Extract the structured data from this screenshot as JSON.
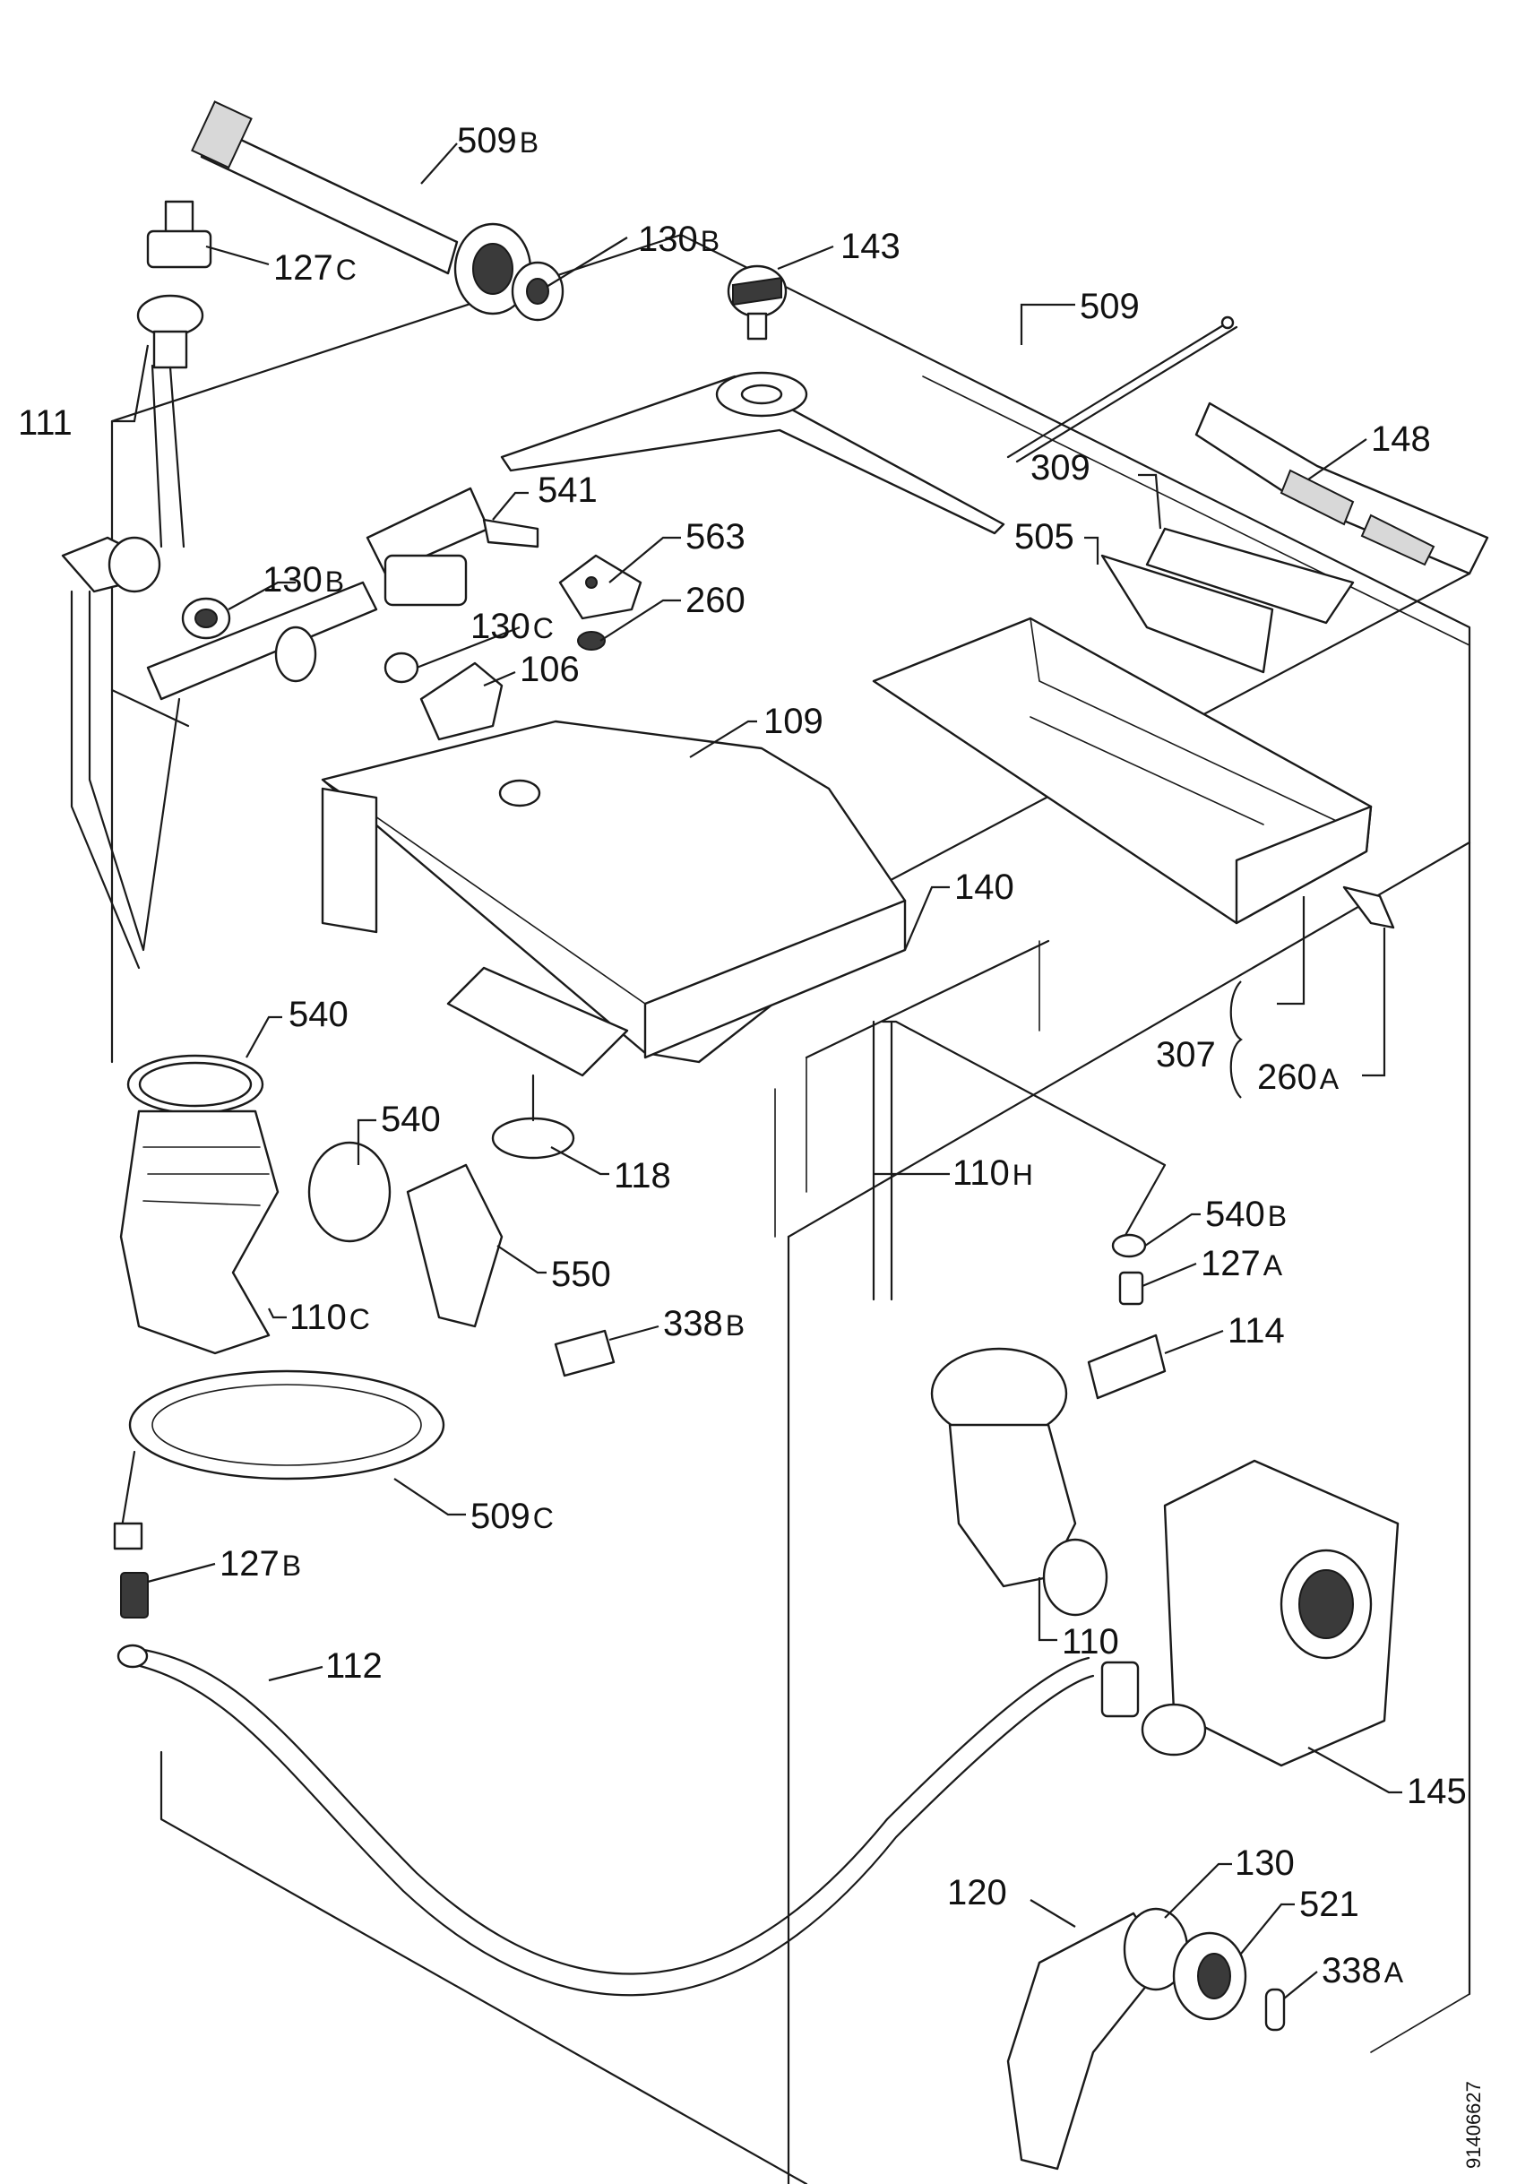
{
  "diagram": {
    "document_id": "91406627",
    "callouts": [
      {
        "id": "c509b",
        "num": "509",
        "suffix": "B"
      },
      {
        "id": "c127c",
        "num": "127",
        "suffix": "C"
      },
      {
        "id": "c130b_top",
        "num": "130",
        "suffix": "B"
      },
      {
        "id": "c143",
        "num": "143",
        "suffix": ""
      },
      {
        "id": "c509",
        "num": "509",
        "suffix": ""
      },
      {
        "id": "c111",
        "num": "111",
        "suffix": ""
      },
      {
        "id": "c148",
        "num": "148",
        "suffix": ""
      },
      {
        "id": "c309",
        "num": "309",
        "suffix": ""
      },
      {
        "id": "c541",
        "num": "541",
        "suffix": ""
      },
      {
        "id": "c563",
        "num": "563",
        "suffix": ""
      },
      {
        "id": "c505",
        "num": "505",
        "suffix": ""
      },
      {
        "id": "c130b_mid",
        "num": "130",
        "suffix": "B"
      },
      {
        "id": "c260",
        "num": "260",
        "suffix": ""
      },
      {
        "id": "c130c",
        "num": "130",
        "suffix": "C"
      },
      {
        "id": "c106",
        "num": "106",
        "suffix": ""
      },
      {
        "id": "c109",
        "num": "109",
        "suffix": ""
      },
      {
        "id": "c140",
        "num": "140",
        "suffix": ""
      },
      {
        "id": "c540_top",
        "num": "540",
        "suffix": ""
      },
      {
        "id": "c307",
        "num": "307",
        "suffix": ""
      },
      {
        "id": "c260a",
        "num": "260",
        "suffix": "A"
      },
      {
        "id": "c540_mid",
        "num": "540",
        "suffix": ""
      },
      {
        "id": "c118",
        "num": "118",
        "suffix": ""
      },
      {
        "id": "c110h",
        "num": "110",
        "suffix": "H"
      },
      {
        "id": "c540b",
        "num": "540",
        "suffix": "B"
      },
      {
        "id": "c550",
        "num": "550",
        "suffix": ""
      },
      {
        "id": "c127a",
        "num": "127",
        "suffix": "A"
      },
      {
        "id": "c110c",
        "num": "110",
        "suffix": "C"
      },
      {
        "id": "c338b",
        "num": "338",
        "suffix": "B"
      },
      {
        "id": "c114",
        "num": "114",
        "suffix": ""
      },
      {
        "id": "c509c",
        "num": "509",
        "suffix": "C"
      },
      {
        "id": "c127b",
        "num": "127",
        "suffix": "B"
      },
      {
        "id": "c110",
        "num": "110",
        "suffix": ""
      },
      {
        "id": "c112",
        "num": "112",
        "suffix": ""
      },
      {
        "id": "c145",
        "num": "145",
        "suffix": ""
      },
      {
        "id": "c130",
        "num": "130",
        "suffix": ""
      },
      {
        "id": "c120",
        "num": "120",
        "suffix": ""
      },
      {
        "id": "c521",
        "num": "521",
        "suffix": ""
      },
      {
        "id": "c338a",
        "num": "338",
        "suffix": "A"
      }
    ]
  }
}
